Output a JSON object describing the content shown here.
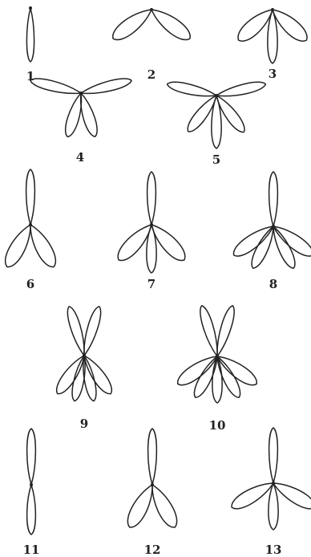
{
  "figures": [
    {
      "label": "1"
    },
    {
      "label": "2"
    },
    {
      "label": "3"
    },
    {
      "label": "4"
    },
    {
      "label": "5"
    },
    {
      "label": "6"
    },
    {
      "label": "7"
    },
    {
      "label": "8"
    },
    {
      "label": "9"
    },
    {
      "label": "10"
    },
    {
      "label": "11"
    },
    {
      "label": "12"
    },
    {
      "label": "13"
    }
  ],
  "colors": {
    "ink": "#222222",
    "paper": "#ffffff"
  }
}
